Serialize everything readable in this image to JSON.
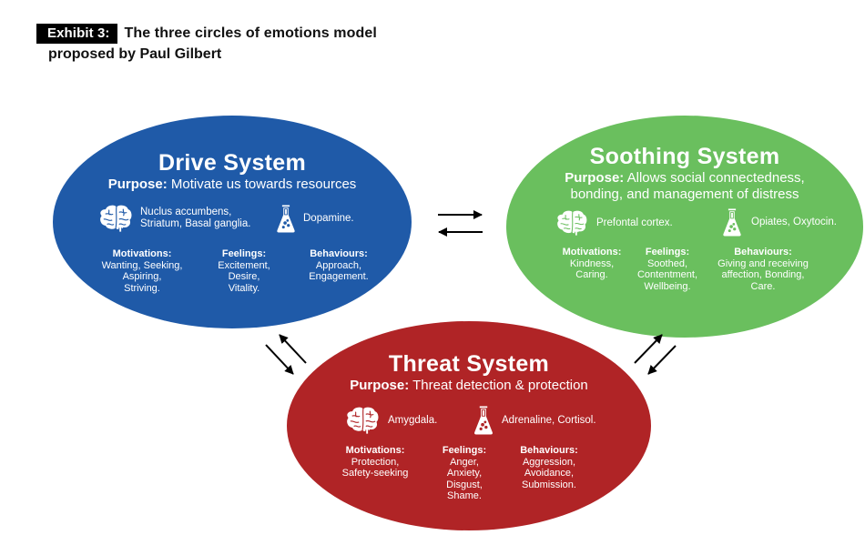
{
  "header": {
    "exhibit_label": "Exhibit 3:",
    "title_line1": "The three circles of emotions model",
    "title_line2": "proposed by Paul Gilbert"
  },
  "colors": {
    "drive": "#1f5aa8",
    "soothing": "#6abf5e",
    "threat": "#b02426",
    "arrows": "#000000"
  },
  "systems": {
    "drive": {
      "title": "Drive System",
      "purpose_label": "Purpose:",
      "purpose_text": "Motivate us towards resources",
      "brain_icon": "brain-icon",
      "brain_text_line1": "Nuclus accumbens,",
      "brain_text_line2": "Striatum, Basal ganglia.",
      "chem_icon": "flask-icon",
      "chem_text": "Dopamine.",
      "motivations_label": "Motivations:",
      "motivations": [
        "Wanting, Seeking,",
        "Aspiring,",
        "Striving."
      ],
      "feelings_label": "Feelings:",
      "feelings": [
        "Excitement,",
        "Desire,",
        "Vitality."
      ],
      "behaviours_label": "Behaviours:",
      "behaviours": [
        "Approach,",
        "Engagement."
      ]
    },
    "soothing": {
      "title": "Soothing System",
      "purpose_label": "Purpose:",
      "purpose_text": "Allows social connectedness,",
      "purpose_text_line2": "bonding, and management of distress",
      "brain_icon": "brain-icon",
      "brain_text": "Prefontal cortex.",
      "chem_icon": "flask-icon",
      "chem_text": "Opiates, Oxytocin.",
      "motivations_label": "Motivations:",
      "motivations": [
        "Kindness,",
        "Caring."
      ],
      "feelings_label": "Feelings:",
      "feelings": [
        "Soothed,",
        "Contentment,",
        "Wellbeing."
      ],
      "behaviours_label": "Behaviours:",
      "behaviours": [
        "Giving and receiving",
        "affection, Bonding,",
        "Care."
      ]
    },
    "threat": {
      "title": "Threat System",
      "purpose_label": "Purpose:",
      "purpose_text": "Threat detection & protection",
      "brain_icon": "brain-icon",
      "brain_text": "Amygdala.",
      "chem_icon": "flask-icon",
      "chem_text": "Adrenaline, Cortisol.",
      "motivations_label": "Motivations:",
      "motivations": [
        "Protection,",
        "Safety-seeking"
      ],
      "feelings_label": "Feelings:",
      "feelings": [
        "Anger,",
        "Anxiety,",
        "Disgust,",
        "Shame."
      ],
      "behaviours_label": "Behaviours:",
      "behaviours": [
        "Aggression,",
        "Avoidance,",
        "Submission."
      ]
    }
  },
  "connections": [
    {
      "from": "drive",
      "to": "soothing",
      "direction": "bidirectional"
    },
    {
      "from": "drive",
      "to": "threat",
      "direction": "bidirectional"
    },
    {
      "from": "soothing",
      "to": "threat",
      "direction": "bidirectional"
    }
  ]
}
